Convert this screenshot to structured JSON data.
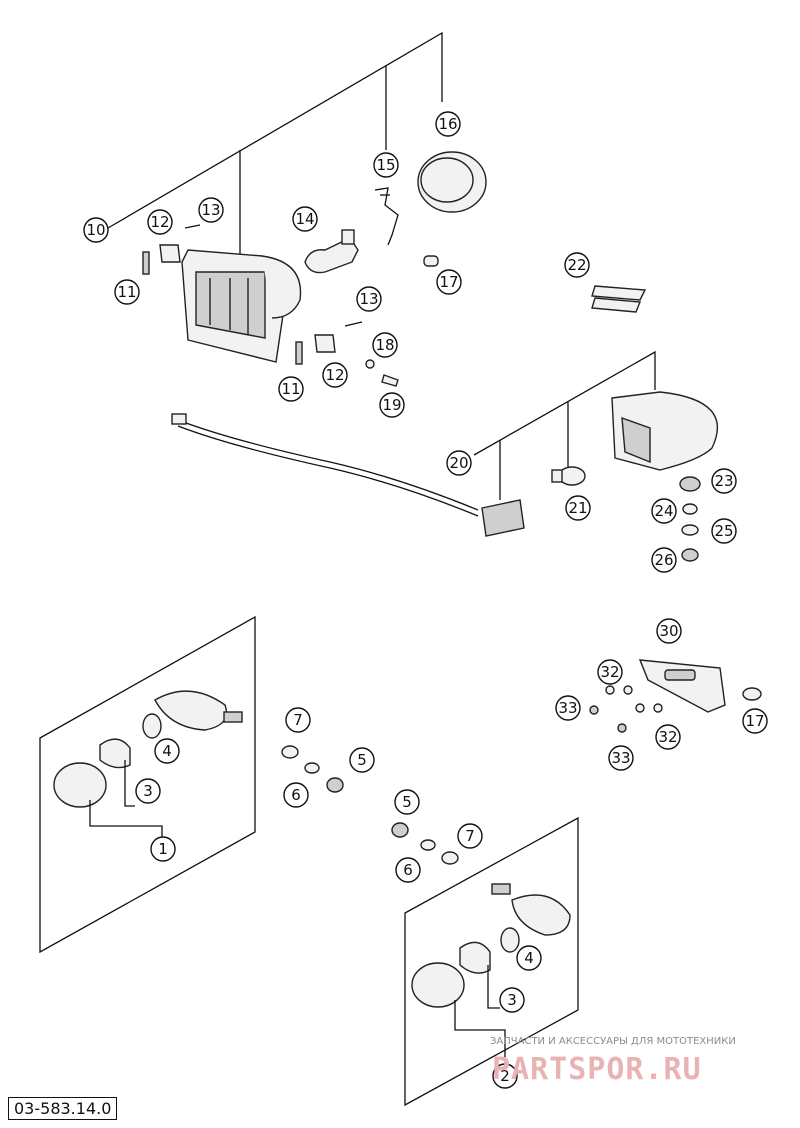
{
  "diagram": {
    "code": "03-583.14.0",
    "callouts": [
      "1",
      "2",
      "3",
      "3",
      "4",
      "4",
      "5",
      "5",
      "6",
      "6",
      "7",
      "7",
      "10",
      "11",
      "11",
      "12",
      "12",
      "13",
      "13",
      "14",
      "15",
      "16",
      "17",
      "17",
      "18",
      "19",
      "20",
      "21",
      "22",
      "23",
      "24",
      "25",
      "26",
      "30",
      "32",
      "32",
      "33",
      "33"
    ]
  },
  "watermark": {
    "tagline": "ЗАПЧАСТИ И АКСЕССУАРЫ ДЛЯ МОТОТЕХНИКИ",
    "brand": "PARTSPOR.RU"
  }
}
